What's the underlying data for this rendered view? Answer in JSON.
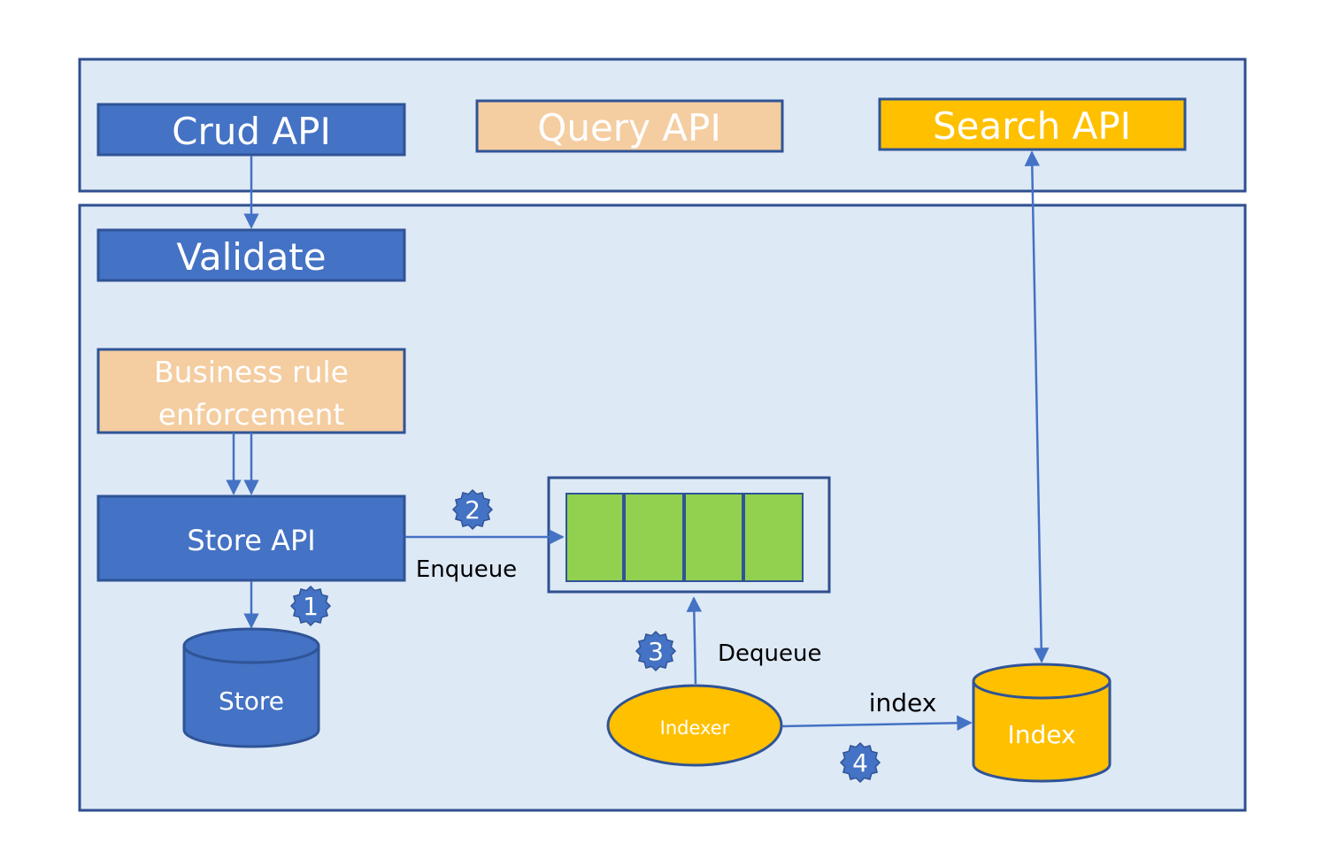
{
  "colors": {
    "panel_fill": "#dee9f6",
    "panel_stroke": "#2f4f8f",
    "blue_box": "#4472c4",
    "box_stroke": "#2f5496",
    "peach_box": "#f4cda1",
    "gold_box": "#ffc000",
    "green_slot": "#92d050",
    "arrow": "#4472c4",
    "badge": "#4472c4"
  },
  "top_layer": {
    "crud_api": "Crud API",
    "query_api": "Query API",
    "search_api": "Search API"
  },
  "pipeline": {
    "validate": "Validate",
    "business_rule_line1": "Business rule",
    "business_rule_line2": "enforcement",
    "store_api": "Store API",
    "store": "Store",
    "indexer": "Indexer",
    "index": "Index"
  },
  "edge_labels": {
    "enqueue": "Enqueue",
    "dequeue": "Dequeue",
    "index": "index"
  },
  "steps": [
    "1",
    "2",
    "3",
    "4"
  ],
  "queue": {
    "slots": 4
  }
}
